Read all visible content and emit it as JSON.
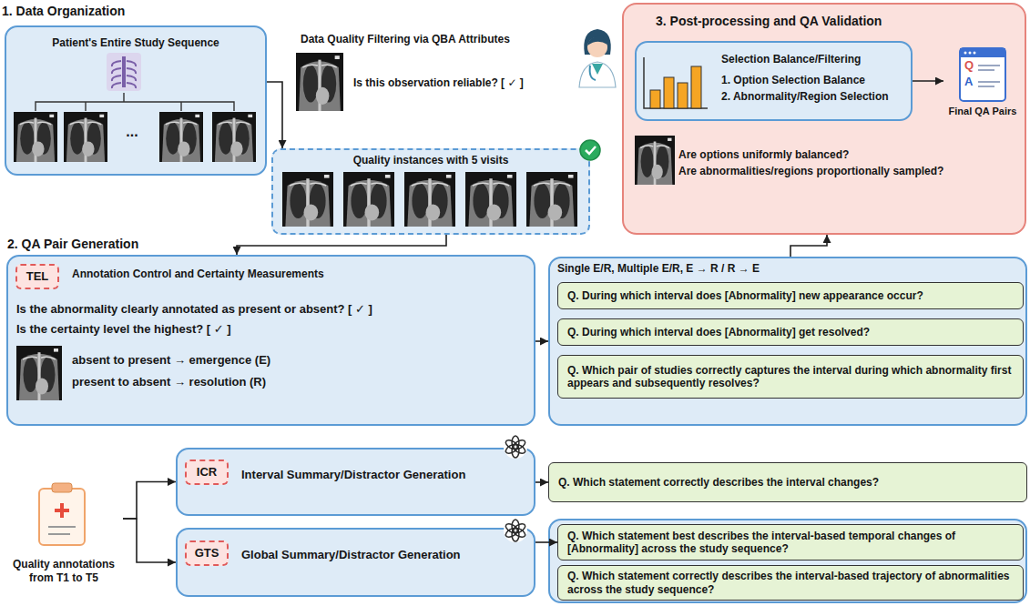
{
  "diagram": {
    "nodes": [
      {
        "text": [
          "1. Data Organization",
          "Patient's Entire Study Sequence"
        ]
      },
      {
        "text": [
          "Quality instances with 5 visits"
        ]
      },
      {
        "text": [
          "3. Post-processing and QA Validation",
          "Are options uniformly balanced?",
          "Are abnormalities/regions proportionally sampled?"
        ]
      },
      {
        "text": [
          "Selection Balance/Filtering",
          "1. Option Selection Balance",
          "2. Abnormality/Region Selection"
        ],
        "in": 2
      },
      {
        "text": [
          "Final QA Pairs"
        ],
        "in": 2
      },
      {
        "text": [
          "2. QA Pair Generation",
          "Annotation Control and Certainty Measurements",
          "Is the abnormality clearly annotated as present or absent? [ ✓ ]",
          "Is the certainty level the highest? [ ✓ ]",
          "absent to present → emergence (E)",
          "present to absent → resolution (R)"
        ]
      },
      {
        "text": [
          "TEL"
        ],
        "in": 5
      },
      {
        "text": [
          "Single E/R, Multiple E/R, E → R / R → E"
        ]
      },
      {
        "text": [
          "Q. During which interval does [Abnormality] new appearance occur?"
        ],
        "in": 7
      },
      {
        "text": [
          "Q. During which interval does [Abnormality] get resolved?"
        ],
        "in": 7
      },
      {
        "text": [
          "Q. Which pair of studies correctly captures the interval during which abnormality first appears and subsequently resolves?"
        ],
        "in": 7
      },
      {
        "text": [
          "Quality annotations from T1 to T5"
        ]
      },
      {
        "text": [
          "Interval Summary/Distractor Generation"
        ]
      },
      {
        "text": [
          "ICR"
        ],
        "in": 12
      },
      {
        "text": [
          "Q. Which statement correctly describes the interval changes?"
        ]
      },
      {
        "text": [
          "Global Summary/Distractor Generation"
        ]
      },
      {
        "text": [
          "GTS"
        ],
        "in": 15
      },
      {
        "text": [
          "Q. Which statement best describes the interval-based temporal changes of [Abnormality] across the study sequence?"
        ]
      },
      {
        "text": [
          "Q. Which statement correctly describes the interval-based trajectory of abnormalities across the study sequence?"
        ]
      }
    ],
    "edges": [
      {
        "from": 0,
        "to": 1,
        "arrow": "to"
      },
      {
        "from": 1,
        "to": 5,
        "arrow": "to"
      },
      {
        "from": 5,
        "to": 7,
        "arrow": "to"
      },
      {
        "from": 7,
        "to": 2,
        "arrow": "to"
      },
      {
        "from": 3,
        "to": 4,
        "arrow": "to"
      },
      {
        "from": 11,
        "to": 12,
        "arrow": "to"
      },
      {
        "from": 11,
        "to": 15,
        "arrow": "to"
      },
      {
        "from": 12,
        "to": 14,
        "arrow": "to"
      },
      {
        "from": 15,
        "to": 17,
        "arrow": "to"
      }
    ],
    "labels": [
      "Data Quality Filtering via QBA Attributes",
      "Is this observation reliable? [ ✓ ]",
      "...",
      "Q",
      "A"
    ]
  }
}
